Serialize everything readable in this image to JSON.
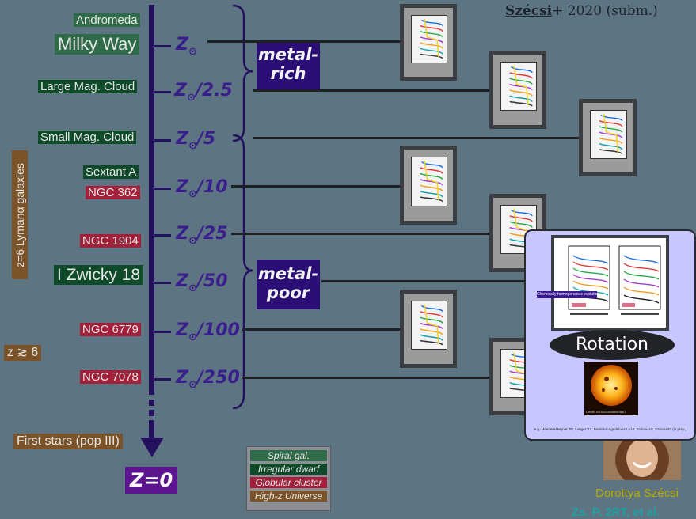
{
  "citation": {
    "author": "Szécsi",
    "rest": "+ 2020 (subm.)"
  },
  "galaxies": [
    {
      "text": "Andromeda"
    },
    {
      "text": "Milky Way"
    },
    {
      "text": "Large Mag. Cloud"
    },
    {
      "text": "Small Mag. Cloud"
    },
    {
      "text": "Sextant A"
    },
    {
      "text": "NGC 362"
    },
    {
      "text": "NGC 1904"
    },
    {
      "text": "I Zwicky 18"
    },
    {
      "text": "NGC 6779"
    },
    {
      "text": "NGC 7078"
    }
  ],
  "redshift_labels": {
    "lyman": "z=6 Lymanα galaxies",
    "z_ge_6": "z ≳ 6",
    "first_stars": "First stars (pop III)"
  },
  "metallicity": {
    "symbol": "Z",
    "sun": "⊙",
    "levels": [
      "",
      "/2.5",
      "/5",
      "/10",
      "/25",
      "/50",
      "/100",
      "/250"
    ],
    "zero": "Z=0"
  },
  "groups": {
    "rich": "metal-\nrich",
    "poor": "metal-\npoor"
  },
  "legend": {
    "items": [
      {
        "text": "Spiral gal.",
        "color": "#2f6b49"
      },
      {
        "text": "Irregular dwarf",
        "color": "#0f4a2a"
      },
      {
        "text": "Globular cluster",
        "color": "#a3203a"
      },
      {
        "text": "High-z Universe",
        "color": "#7a5428"
      }
    ]
  },
  "popup": {
    "banner": "Chemically-homogeneous evolution",
    "rotation": "Rotation",
    "sun_caption": "Credit: NASA/Goddard/SDO",
    "footnote": "e.g. Maeder&Meynet '00, Langer '12, Ramírez-Agudelo+15,+16, Szécsi+15, Szécsi+20 (in prep.)"
  },
  "author": {
    "name": "Dorottya Szécsi",
    "subtitle": "Zs. P. 2RT, et al."
  },
  "colors": {
    "background": "#5d7483",
    "axis": "#24115e",
    "accent": "#3a1f8c",
    "badge": "#2a0e76"
  }
}
